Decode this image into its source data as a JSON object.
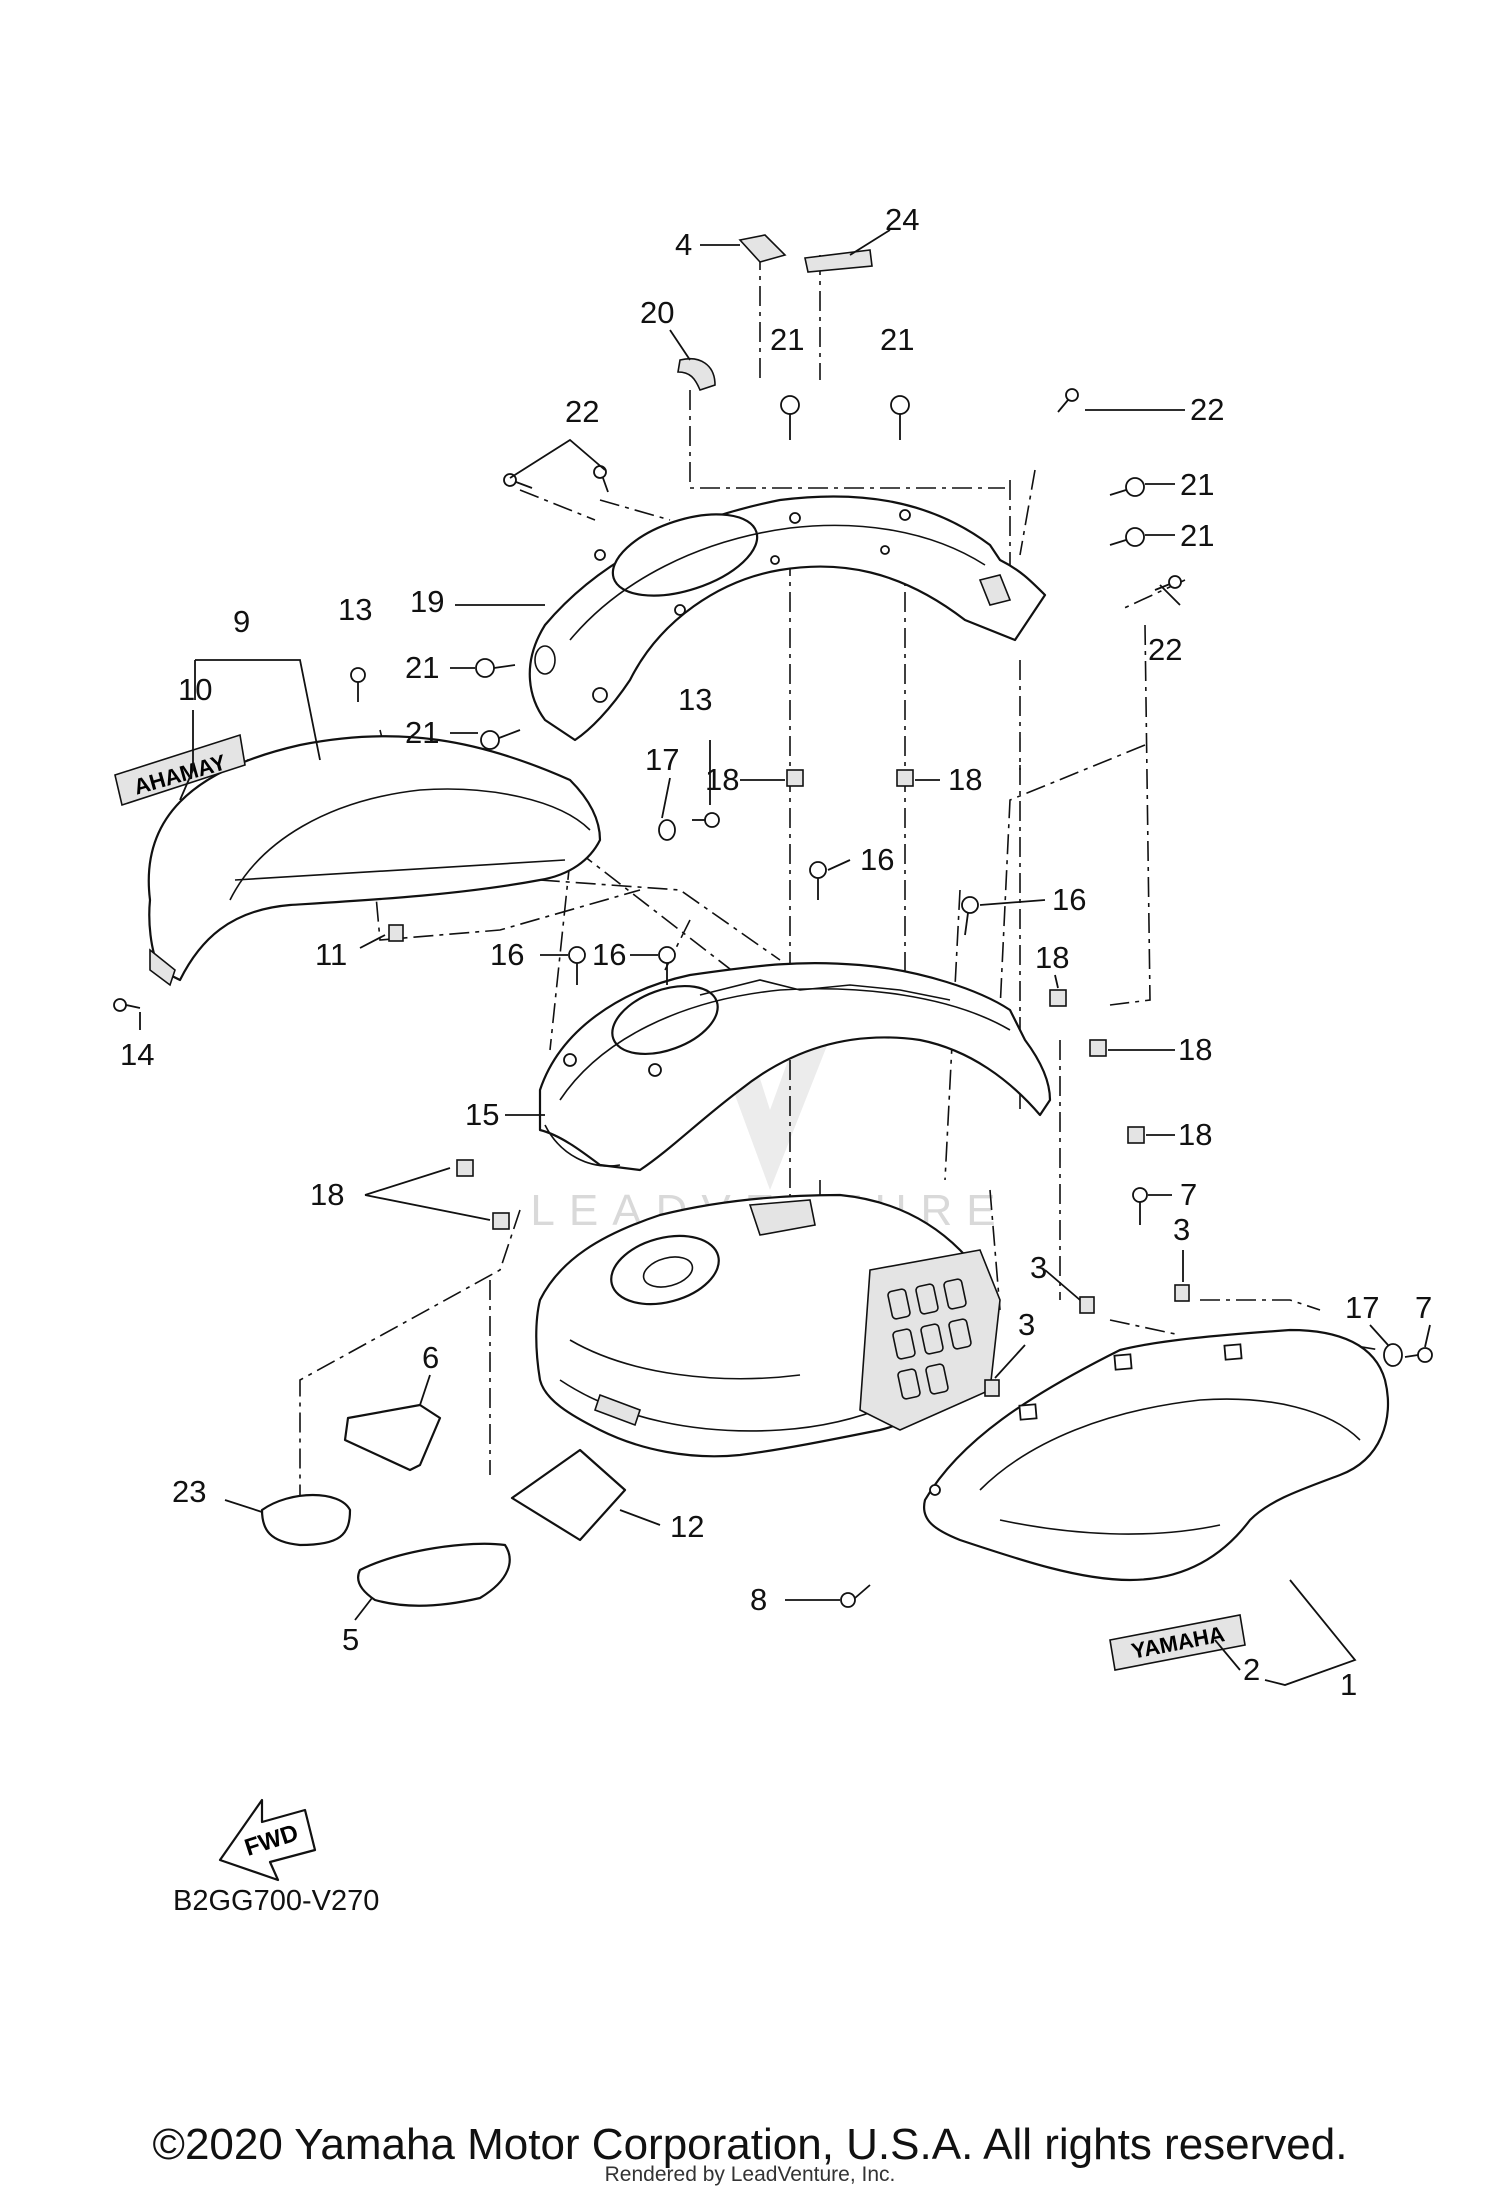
{
  "diagram": {
    "code": "B2GG700-V270",
    "fwd_label": "FWD",
    "decal_left": "AHAMAY",
    "decal_right": "YAMAHA",
    "watermark": "LEADVENTURE",
    "callouts": {
      "c1": "1",
      "c2": "2",
      "c3a": "3",
      "c3b": "3",
      "c3c": "3",
      "c4": "4",
      "c5": "5",
      "c6": "6",
      "c7a": "7",
      "c7b": "7",
      "c8": "8",
      "c9": "9",
      "c10": "10",
      "c11": "11",
      "c12": "12",
      "c13a": "13",
      "c13b": "13",
      "c14": "14",
      "c15": "15",
      "c16a": "16",
      "c16b": "16",
      "c16c": "16",
      "c16d": "16",
      "c17a": "17",
      "c17b": "17",
      "c18a": "18",
      "c18b": "18",
      "c18c": "18",
      "c18d": "18",
      "c18e": "18",
      "c18f": "18",
      "c19": "19",
      "c20": "20",
      "c21a": "21",
      "c21b": "21",
      "c21c": "21",
      "c21d": "21",
      "c21e": "21",
      "c21f": "21",
      "c22a": "22",
      "c22b": "22",
      "c22c": "22",
      "c23": "23",
      "c24": "24"
    }
  },
  "footer": {
    "copyright": "©2020 Yamaha Motor Corporation, U.S.A. All rights reserved.",
    "rendered_by": "Rendered by LeadVenture, Inc."
  }
}
